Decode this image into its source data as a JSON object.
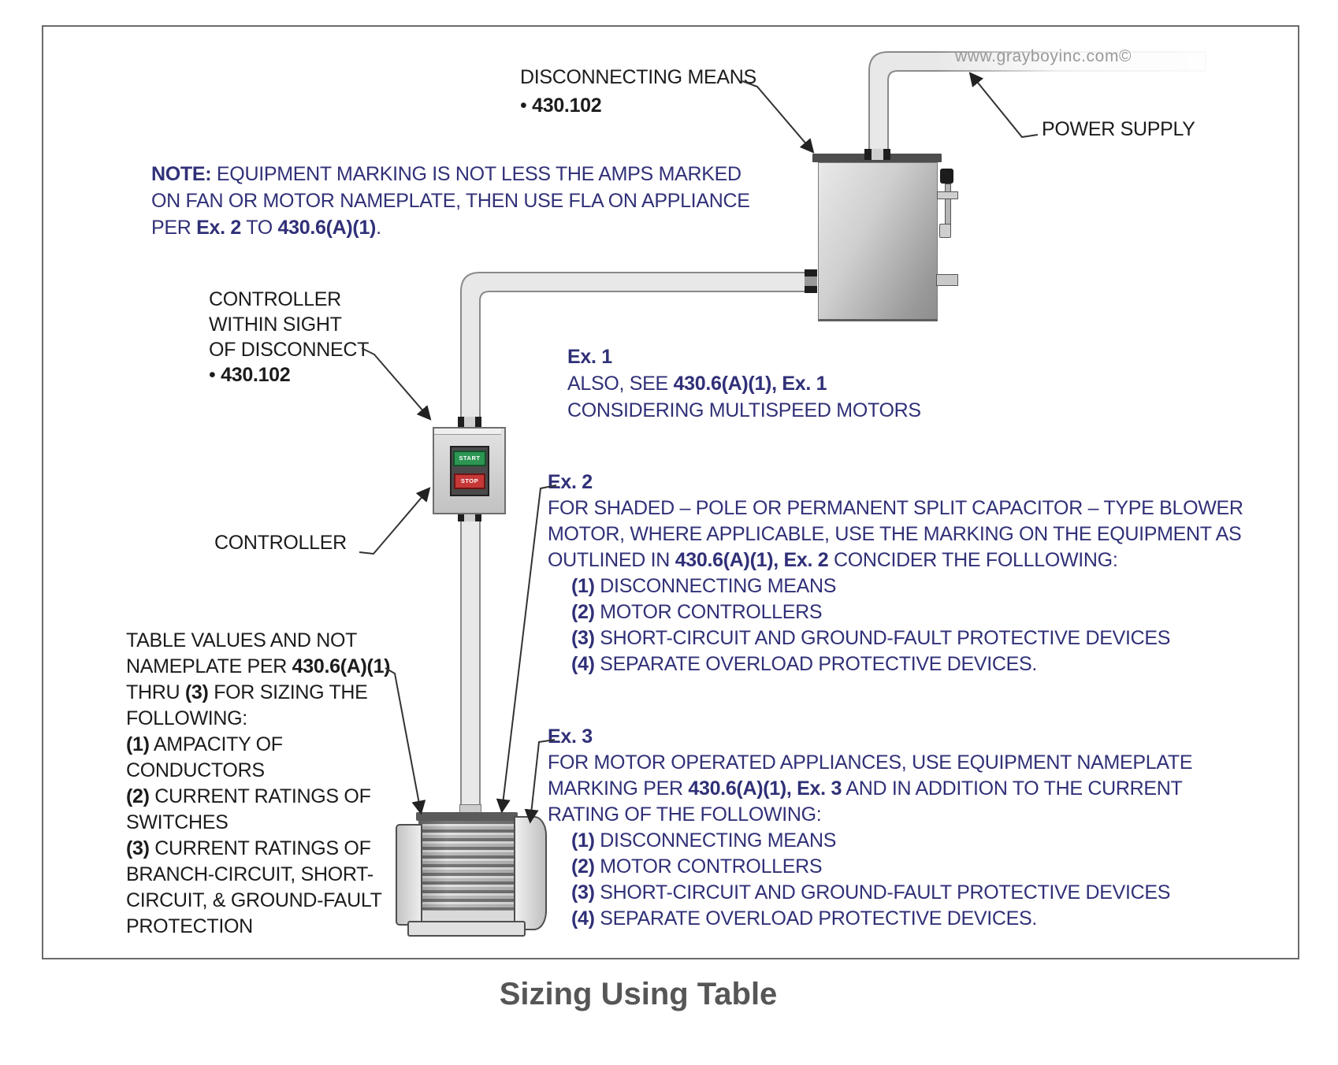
{
  "title": "Sizing Using Table",
  "watermark": "www.grayboyinc.com©",
  "colors": {
    "navy_text": "#303078",
    "black_text": "#1c1c1c",
    "title_gray": "#565656",
    "start_green": "#2c9552",
    "stop_red": "#c63838",
    "watermark_gray": "#9a9a9a",
    "conduit_fill": "#e8e8e8",
    "box_gray": "#bdbdbd"
  },
  "controller_buttons": {
    "start": "START",
    "stop": "STOP"
  },
  "labels": {
    "power_supply": "POWER SUPPLY",
    "controller": "CONTROLLER",
    "disconnecting_means": {
      "lines": [
        {
          "seg": [
            {
              "t": "DISCONNECTING MEANS"
            }
          ]
        },
        {
          "seg": [
            {
              "t": "• "
            },
            {
              "t": "430.102",
              "b": true
            }
          ]
        }
      ]
    },
    "controller_within_sight": {
      "lines": [
        {
          "seg": [
            {
              "t": "CONTROLLER"
            }
          ]
        },
        {
          "seg": [
            {
              "t": "WITHIN SIGHT"
            }
          ]
        },
        {
          "seg": [
            {
              "t": "OF DISCONNECT"
            }
          ]
        },
        {
          "seg": [
            {
              "t": "• "
            },
            {
              "t": "430.102",
              "b": true
            }
          ]
        }
      ]
    },
    "table_values": {
      "lines": [
        {
          "seg": [
            {
              "t": "TABLE VALUES AND NOT"
            }
          ]
        },
        {
          "seg": [
            {
              "t": "NAMEPLATE PER "
            },
            {
              "t": "430.6(A)(1)",
              "b": true
            }
          ]
        },
        {
          "seg": [
            {
              "t": "THRU "
            },
            {
              "t": "(3)",
              "b": true
            },
            {
              "t": " FOR SIZING THE"
            }
          ]
        },
        {
          "seg": [
            {
              "t": "FOLLOWING:"
            }
          ]
        },
        {
          "seg": [
            {
              "t": "(1)",
              "b": true
            },
            {
              "t": " AMPACITY OF"
            }
          ]
        },
        {
          "seg": [
            {
              "t": "CONDUCTORS"
            }
          ]
        },
        {
          "seg": [
            {
              "t": "(2)",
              "b": true
            },
            {
              "t": " CURRENT RATINGS OF"
            }
          ]
        },
        {
          "seg": [
            {
              "t": "SWITCHES"
            }
          ]
        },
        {
          "seg": [
            {
              "t": "(3)",
              "b": true
            },
            {
              "t": " CURRENT RATINGS OF"
            }
          ]
        },
        {
          "seg": [
            {
              "t": "BRANCH-CIRCUIT, SHORT-"
            }
          ]
        },
        {
          "seg": [
            {
              "t": "CIRCUIT, & GROUND-FAULT"
            }
          ]
        },
        {
          "seg": [
            {
              "t": "PROTECTION"
            }
          ]
        }
      ]
    }
  },
  "note": {
    "lines": [
      {
        "seg": [
          {
            "t": "NOTE:",
            "b": true
          },
          {
            "t": " EQUIPMENT MARKING IS NOT LESS THE AMPS MARKED"
          }
        ]
      },
      {
        "seg": [
          {
            "t": "ON FAN OR MOTOR NAMEPLATE, THEN USE FLA ON APPLIANCE"
          }
        ]
      },
      {
        "seg": [
          {
            "t": "PER "
          },
          {
            "t": "Ex. 2",
            "b": true
          },
          {
            "t": " TO "
          },
          {
            "t": "430.6(A)(1)",
            "b": true
          },
          {
            "t": "."
          }
        ]
      }
    ]
  },
  "ex1": {
    "lines": [
      {
        "seg": [
          {
            "t": "Ex. 1",
            "b": true
          }
        ]
      },
      {
        "seg": [
          {
            "t": "ALSO, SEE "
          },
          {
            "t": "430.6(A)(1), Ex. 1",
            "b": true
          }
        ]
      },
      {
        "seg": [
          {
            "t": "CONSIDERING MULTISPEED MOTORS"
          }
        ]
      }
    ]
  },
  "ex2": {
    "lines": [
      {
        "seg": [
          {
            "t": "Ex. 2",
            "b": true
          }
        ]
      },
      {
        "seg": [
          {
            "t": "FOR SHADED – POLE OR PERMANENT SPLIT CAPACITOR – TYPE BLOWER"
          }
        ]
      },
      {
        "seg": [
          {
            "t": "MOTOR, WHERE APPLICABLE, USE THE MARKING ON THE EQUIPMENT AS"
          }
        ]
      },
      {
        "seg": [
          {
            "t": "OUTLINED IN "
          },
          {
            "t": "430.6(A)(1), Ex. 2",
            "b": true
          },
          {
            "t": " CONCIDER THE FOLLLOWING:"
          }
        ]
      },
      {
        "ind": 1,
        "seg": [
          {
            "t": "(1)",
            "b": true
          },
          {
            "t": " DISCONNECTING MEANS"
          }
        ]
      },
      {
        "ind": 1,
        "seg": [
          {
            "t": "(2)",
            "b": true
          },
          {
            "t": " MOTOR CONTROLLERS"
          }
        ]
      },
      {
        "ind": 1,
        "seg": [
          {
            "t": "(3)",
            "b": true
          },
          {
            "t": " SHORT-CIRCUIT AND GROUND-FAULT PROTECTIVE DEVICES"
          }
        ]
      },
      {
        "ind": 1,
        "seg": [
          {
            "t": "(4)",
            "b": true
          },
          {
            "t": " SEPARATE OVERLOAD PROTECTIVE DEVICES."
          }
        ]
      }
    ]
  },
  "ex3": {
    "lines": [
      {
        "seg": [
          {
            "t": "Ex. 3",
            "b": true
          }
        ]
      },
      {
        "seg": [
          {
            "t": "FOR MOTOR OPERATED APPLIANCES, USE EQUIPMENT NAMEPLATE"
          }
        ]
      },
      {
        "seg": [
          {
            "t": "MARKING PER "
          },
          {
            "t": "430.6(A)(1), Ex. 3",
            "b": true
          },
          {
            "t": " AND IN ADDITION TO THE CURRENT"
          }
        ]
      },
      {
        "seg": [
          {
            "t": "RATING OF THE FOLLOWING:"
          }
        ]
      },
      {
        "ind": 1,
        "seg": [
          {
            "t": "(1)",
            "b": true
          },
          {
            "t": " DISCONNECTING MEANS"
          }
        ]
      },
      {
        "ind": 1,
        "seg": [
          {
            "t": "(2)",
            "b": true
          },
          {
            "t": " MOTOR CONTROLLERS"
          }
        ]
      },
      {
        "ind": 1,
        "seg": [
          {
            "t": "(3)",
            "b": true
          },
          {
            "t": " SHORT-CIRCUIT AND GROUND-FAULT PROTECTIVE DEVICES"
          }
        ]
      },
      {
        "ind": 1,
        "seg": [
          {
            "t": "(4)",
            "b": true
          },
          {
            "t": " SEPARATE OVERLOAD PROTECTIVE DEVICES."
          }
        ]
      }
    ]
  }
}
